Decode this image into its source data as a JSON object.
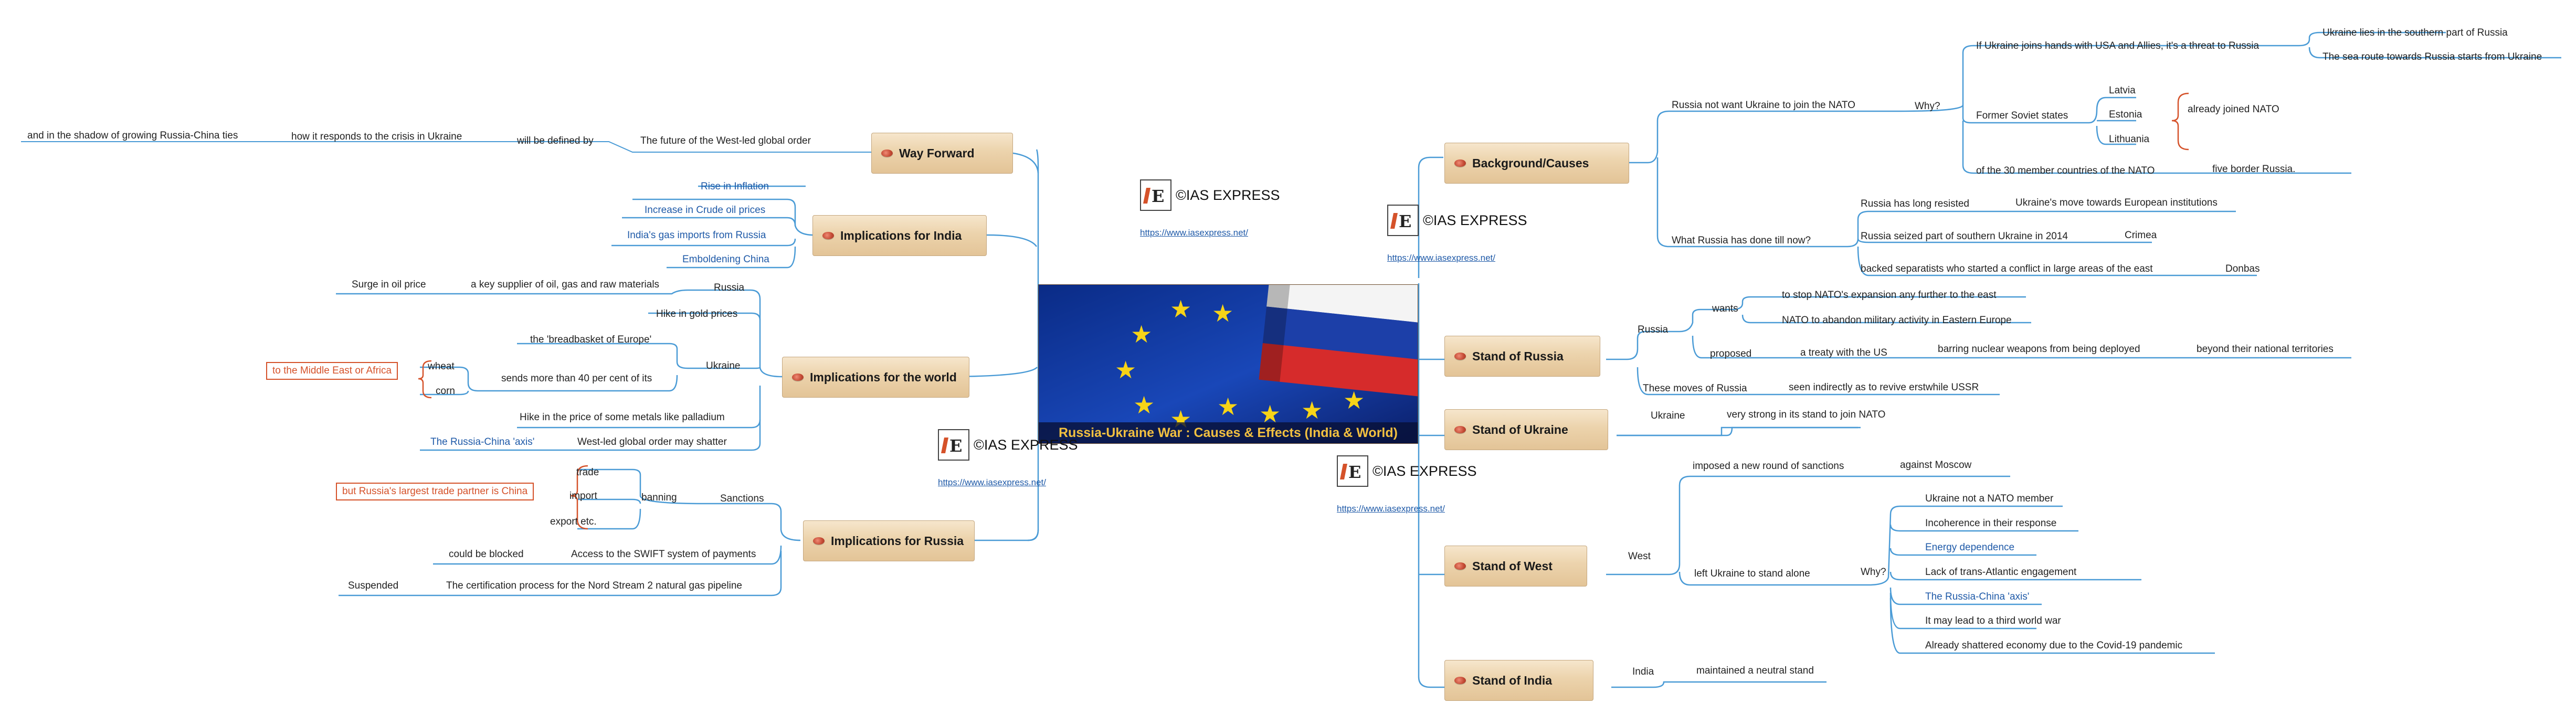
{
  "center": {
    "caption": "Russia-Ukraine War : Causes & Effects (India & World)"
  },
  "watermark": {
    "brand": "©IAS EXPRESS",
    "url": "https://www.iasexpress.net/"
  },
  "branches": {
    "way_forward": "Way Forward",
    "implications_india": "Implications for India",
    "implications_world": "Implications for the world",
    "implications_russia": "Implications for Russia",
    "background": "Background/Causes",
    "stand_russia": "Stand of Russia",
    "stand_ukraine": "Stand of Ukraine",
    "stand_west": "Stand of West",
    "stand_india": "Stand of India"
  },
  "way_forward": {
    "future": "The future of the West-led global order",
    "defined": "will be defined by",
    "responds": "how it responds to the crisis in Ukraine",
    "shadow": "and in the shadow of growing Russia-China ties"
  },
  "india": {
    "inflation": "Rise in Inflation",
    "crude": "Increase in Crude oil prices",
    "gas": "India's gas imports from Russia",
    "china": "Emboldening China"
  },
  "world": {
    "russia": "Russia",
    "supplier": "a key supplier of oil, gas and raw materials",
    "surge": "Surge in oil price",
    "gold": "Hike in gold prices",
    "ukraine": "Ukraine",
    "breadbasket": "the 'breadbasket of Europe'",
    "sends": "sends more than 40 per cent of its",
    "wheat": "wheat",
    "corn": "corn",
    "middle_east": "to the Middle East or Africa",
    "palladium": "Hike in the price of some metals like palladium",
    "order": "West-led global order may shatter",
    "axis": "The Russia-China 'axis'"
  },
  "russia_impl": {
    "sanctions": "Sanctions",
    "banning": "banning",
    "trade": "trade",
    "import": "import",
    "export": "export etc.",
    "china_partner": "but Russia's largest trade partner is China",
    "swift": "Access to the SWIFT system of payments",
    "blocked": "could be blocked",
    "nord": "The certification process for the Nord Stream 2 natural gas pipeline",
    "suspended": "Suspended"
  },
  "background": {
    "nato": "Russia not want Ukraine to join the NATO",
    "why": "Why?",
    "joins": "If Ukraine joins hands with USA and Allies, it's a threat to Russia",
    "southern": "Ukraine lies in the southern part of Russia",
    "sea": "The sea route towards Russia starts from Ukraine",
    "soviet": "Former Soviet states",
    "latvia": "Latvia",
    "estonia": "Estonia",
    "lithuania": "Lithuania",
    "already": "already joined NATO",
    "thirty": "of the 30 member countries of the NATO",
    "five": "five border Russia.",
    "done": "What Russia has done till now?",
    "resisted": "Russia has long resisted",
    "european": "Ukraine's move towards European institutions",
    "seized": "Russia seized part of southern Ukraine in 2014",
    "crimea": "Crimea",
    "backed": "backed separatists who started a conflict in large areas of the east",
    "donbas": "Donbas"
  },
  "stand_russia": {
    "russia": "Russia",
    "wants": "wants",
    "stop": "to stop NATO's expansion any further to the east",
    "abandon": "NATO to abandon military activity in Eastern Europe",
    "proposed": "proposed",
    "treaty": "a treaty with the US",
    "barring": "barring nuclear weapons from being deployed",
    "beyond": "beyond their national territories",
    "moves": "These moves of Russia",
    "ussr": "seen indirectly as to revive erstwhile USSR"
  },
  "stand_ukraine": {
    "ukraine": "Ukraine",
    "strong": "very strong in its stand to join NATO"
  },
  "stand_west": {
    "west": "West",
    "imposed": "imposed a new round of sanctions",
    "moscow": "against Moscow",
    "left": "left Ukraine to stand alone",
    "why": "Why?",
    "reasons": [
      "Ukraine not a NATO member",
      "Incoherence in their response",
      "Energy dependence",
      "Lack of trans-Atlantic engagement",
      "The Russia-China 'axis'",
      "It may lead to a third world war",
      "Already shattered economy due to the Covid-19 pandemic"
    ]
  },
  "stand_india": {
    "india": "India",
    "neutral": "maintained a neutral stand"
  },
  "colors": {
    "edge": "#4a9bd6",
    "accent": "#d5522a",
    "caption": "#f2c040"
  }
}
